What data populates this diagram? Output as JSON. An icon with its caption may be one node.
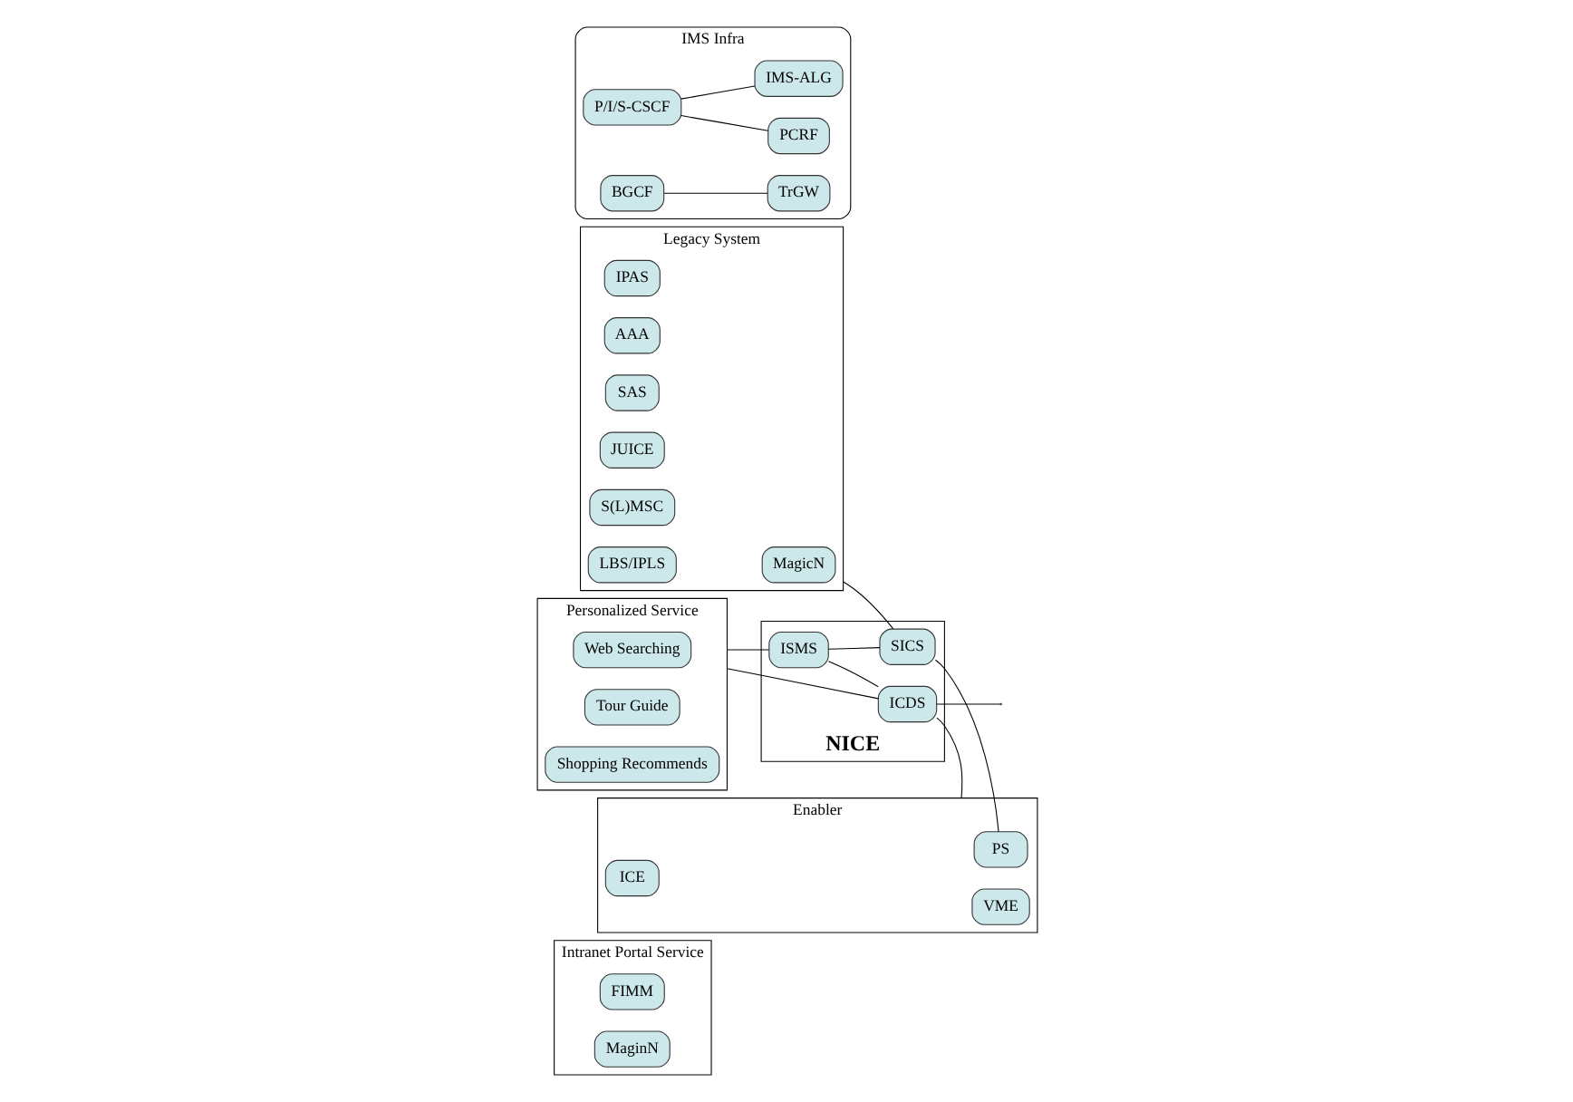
{
  "diagram": {
    "nodes": [
      {
        "text": [
          "Intranet Portal Service"
        ]
      },
      {
        "text": [
          "FIMM"
        ],
        "in": 0
      },
      {
        "text": [
          "MaginN"
        ],
        "in": 0
      },
      {
        "text": [
          "Personalized Service"
        ]
      },
      {
        "text": [
          "Web Searching"
        ],
        "in": 3
      },
      {
        "text": [
          "Tour Guide"
        ],
        "in": 3
      },
      {
        "text": [
          "Shopping Recommends"
        ],
        "in": 3
      },
      {
        "text": [
          "Legacy System"
        ]
      },
      {
        "text": [
          "MagicN"
        ],
        "in": 7
      },
      {
        "text": [
          "IPAS"
        ],
        "in": 7
      },
      {
        "text": [
          "AAA"
        ],
        "in": 7
      },
      {
        "text": [
          "SAS"
        ],
        "in": 7
      },
      {
        "text": [
          "JUICE"
        ],
        "in": 7
      },
      {
        "text": [
          "S(L)MSC"
        ],
        "in": 7
      },
      {
        "text": [
          "LBS/IPLS"
        ],
        "in": 7
      },
      {
        "text": [
          "NICE"
        ]
      },
      {
        "text": [
          "ISMS"
        ],
        "in": 15
      },
      {
        "text": [
          "ICDS"
        ],
        "in": 15
      },
      {
        "text": [
          "SICS"
        ],
        "in": 15
      },
      {
        "text": [
          "Enabler"
        ]
      },
      {
        "text": [
          "VME"
        ],
        "in": 19
      },
      {
        "text": [
          "ICE"
        ],
        "in": 19
      },
      {
        "text": [
          "PS"
        ],
        "in": 19
      },
      {
        "text": [
          "IMS Infra"
        ]
      },
      {
        "text": [
          "P/I/S-CSCF"
        ],
        "in": 23
      },
      {
        "text": [
          "BGCF"
        ],
        "in": 23
      },
      {
        "text": [
          "PCRF"
        ],
        "in": 23
      },
      {
        "text": [
          "IMS-ALG"
        ],
        "in": 23
      },
      {
        "text": [
          "TrGW"
        ],
        "in": 23
      }
    ],
    "edges": [
      {
        "from": 3,
        "to": 16,
        "arrow": "none"
      },
      {
        "from": 3,
        "to": 17,
        "arrow": "none"
      },
      {
        "from": 16,
        "to": 17,
        "arrow": "none"
      },
      {
        "from": 16,
        "to": 18,
        "arrow": "none"
      },
      {
        "from": 17,
        "to": null,
        "arrow": "none"
      },
      {
        "from": 17,
        "to": 19,
        "arrow": "none"
      },
      {
        "from": 7,
        "to": 18,
        "arrow": "none"
      },
      {
        "from": 18,
        "to": 22,
        "arrow": "none"
      },
      {
        "from": 24,
        "to": 26,
        "arrow": "none"
      },
      {
        "from": 24,
        "to": 27,
        "arrow": "none"
      },
      {
        "from": 25,
        "to": 28,
        "arrow": "none"
      }
    ]
  }
}
